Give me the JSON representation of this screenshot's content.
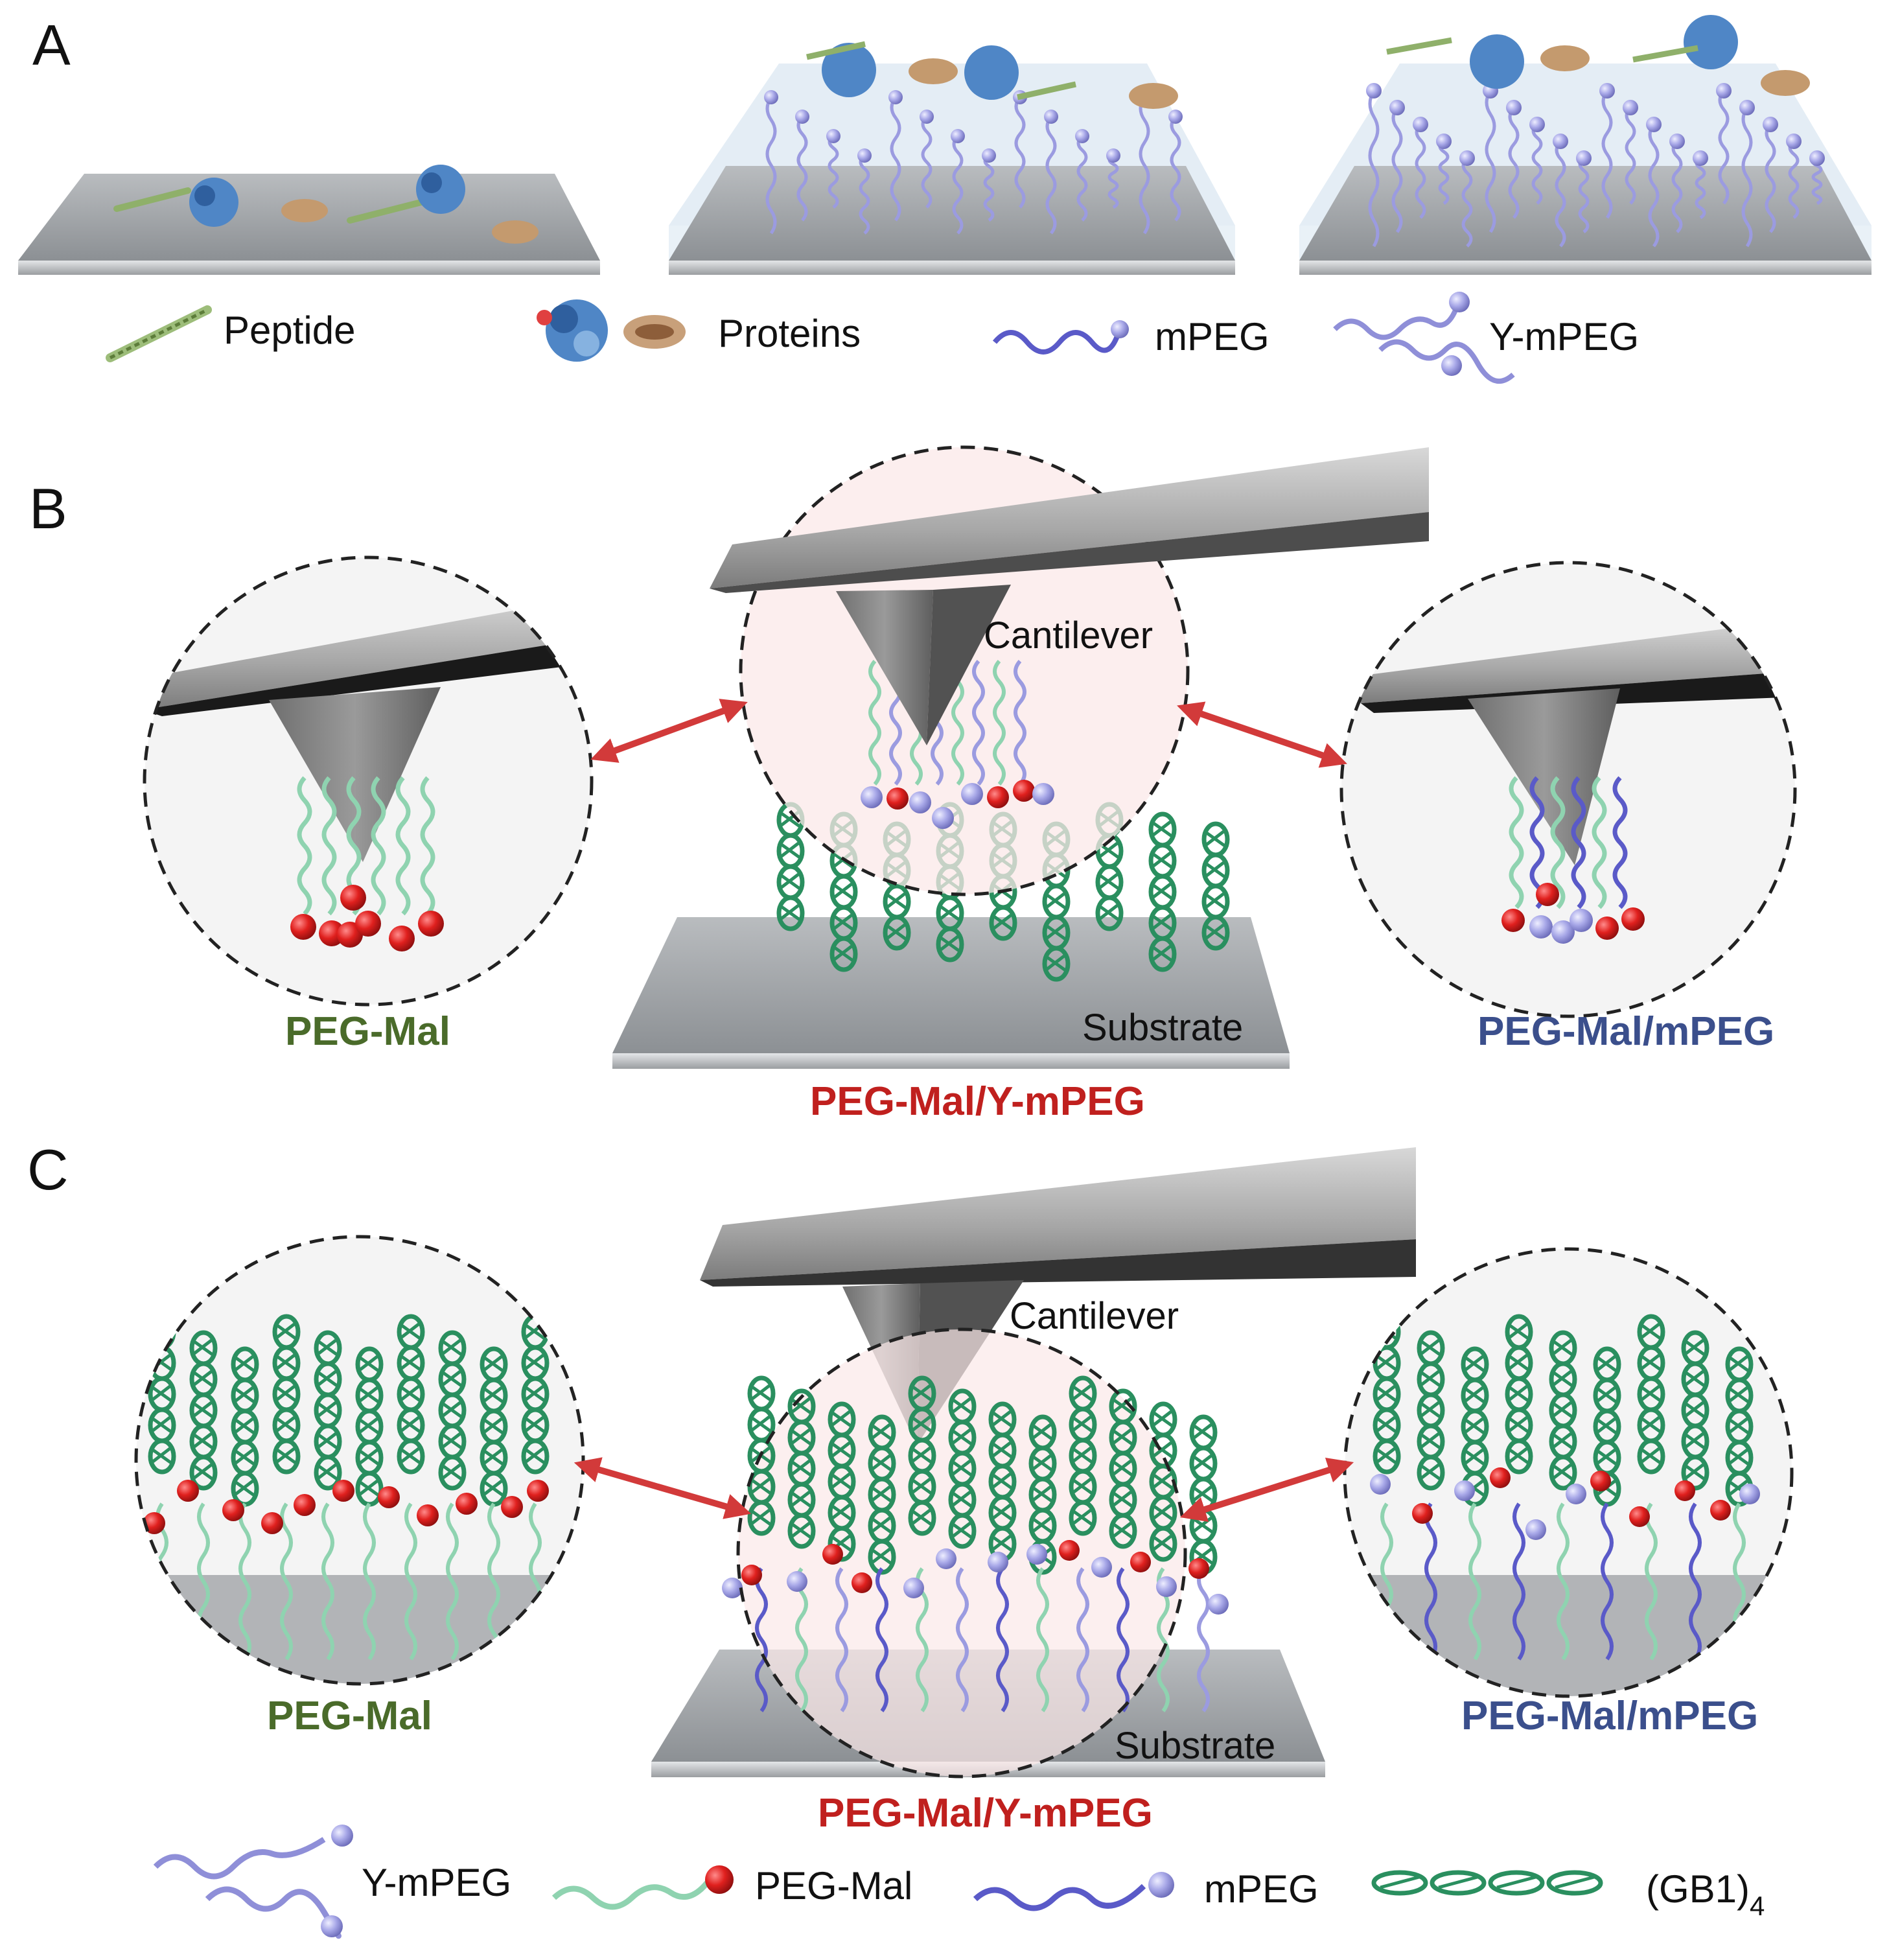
{
  "panels": [
    {
      "letter": "A"
    },
    {
      "letter": "B"
    },
    {
      "letter": "C"
    }
  ],
  "legend_a": {
    "peptide": "Peptide",
    "proteins": "Proteins",
    "mpeg": "mPEG",
    "ympeg": "Y-mPEG"
  },
  "panel_b": {
    "cantilever": "Cantilever",
    "substrate": "Substrate",
    "left_label": "PEG-Mal",
    "center_label": "PEG-Mal/Y-mPEG",
    "right_label": "PEG-Mal/mPEG"
  },
  "panel_c": {
    "cantilever": "Cantilever",
    "substrate": "Substrate",
    "left_label": "PEG-Mal",
    "center_label": "PEG-Mal/Y-mPEG",
    "right_label": "PEG-Mal/mPEG"
  },
  "legend_c": {
    "ympeg": "Y-mPEG",
    "pegmal": "PEG-Mal",
    "mpeg": "mPEG",
    "gb1_main": "(GB1)",
    "gb1_sub": "4"
  },
  "colors": {
    "pegmal_label": "#4a6b2a",
    "center_label": "#c0201e",
    "mpeg_label": "#3b4f8c",
    "pegmal_chain": "#8fd3b0",
    "ympeg_chain": "#9b9be0",
    "mpeg_chain": "#5a5ac8",
    "mal_bead": "#e0201e",
    "peg_bead": "#a8a8e8",
    "arrow": "#d23a3a",
    "gb1": "#2a8f5f"
  }
}
